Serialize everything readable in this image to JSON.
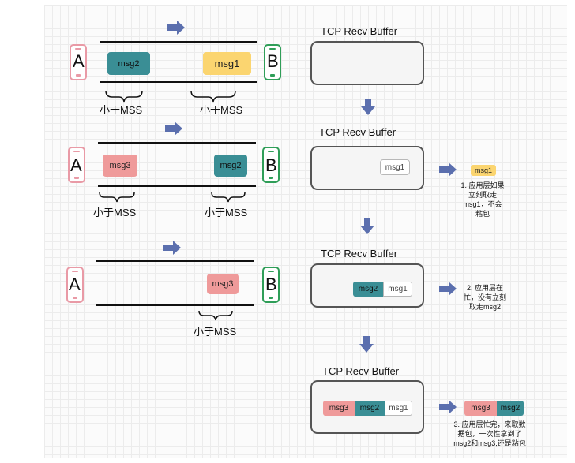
{
  "endpoints": {
    "a": "A",
    "b": "B"
  },
  "msg_labels": {
    "msg1": "msg1",
    "msg2": "msg2",
    "msg3": "msg3"
  },
  "mss_label": "小于MSS",
  "buffer_title": "TCP Recv Buffer",
  "notes": {
    "n1": [
      "1. 应用层如果",
      "立刻取走",
      "msg1，不会",
      "粘包"
    ],
    "n2": [
      "2. 应用层在",
      "忙，没有立刻",
      "取走msg2"
    ],
    "n3": [
      "3. 应用层忙完，来取数",
      "据包，一次性拿到了",
      "msg2和msg3,还是粘包"
    ]
  },
  "colors": {
    "arrow": "#5b6fae",
    "teal": "#3a8e95",
    "pink": "#ef9a9a",
    "yellow": "#fbd570",
    "phone_a": "#e99aa6",
    "phone_b": "#2f9e58"
  }
}
